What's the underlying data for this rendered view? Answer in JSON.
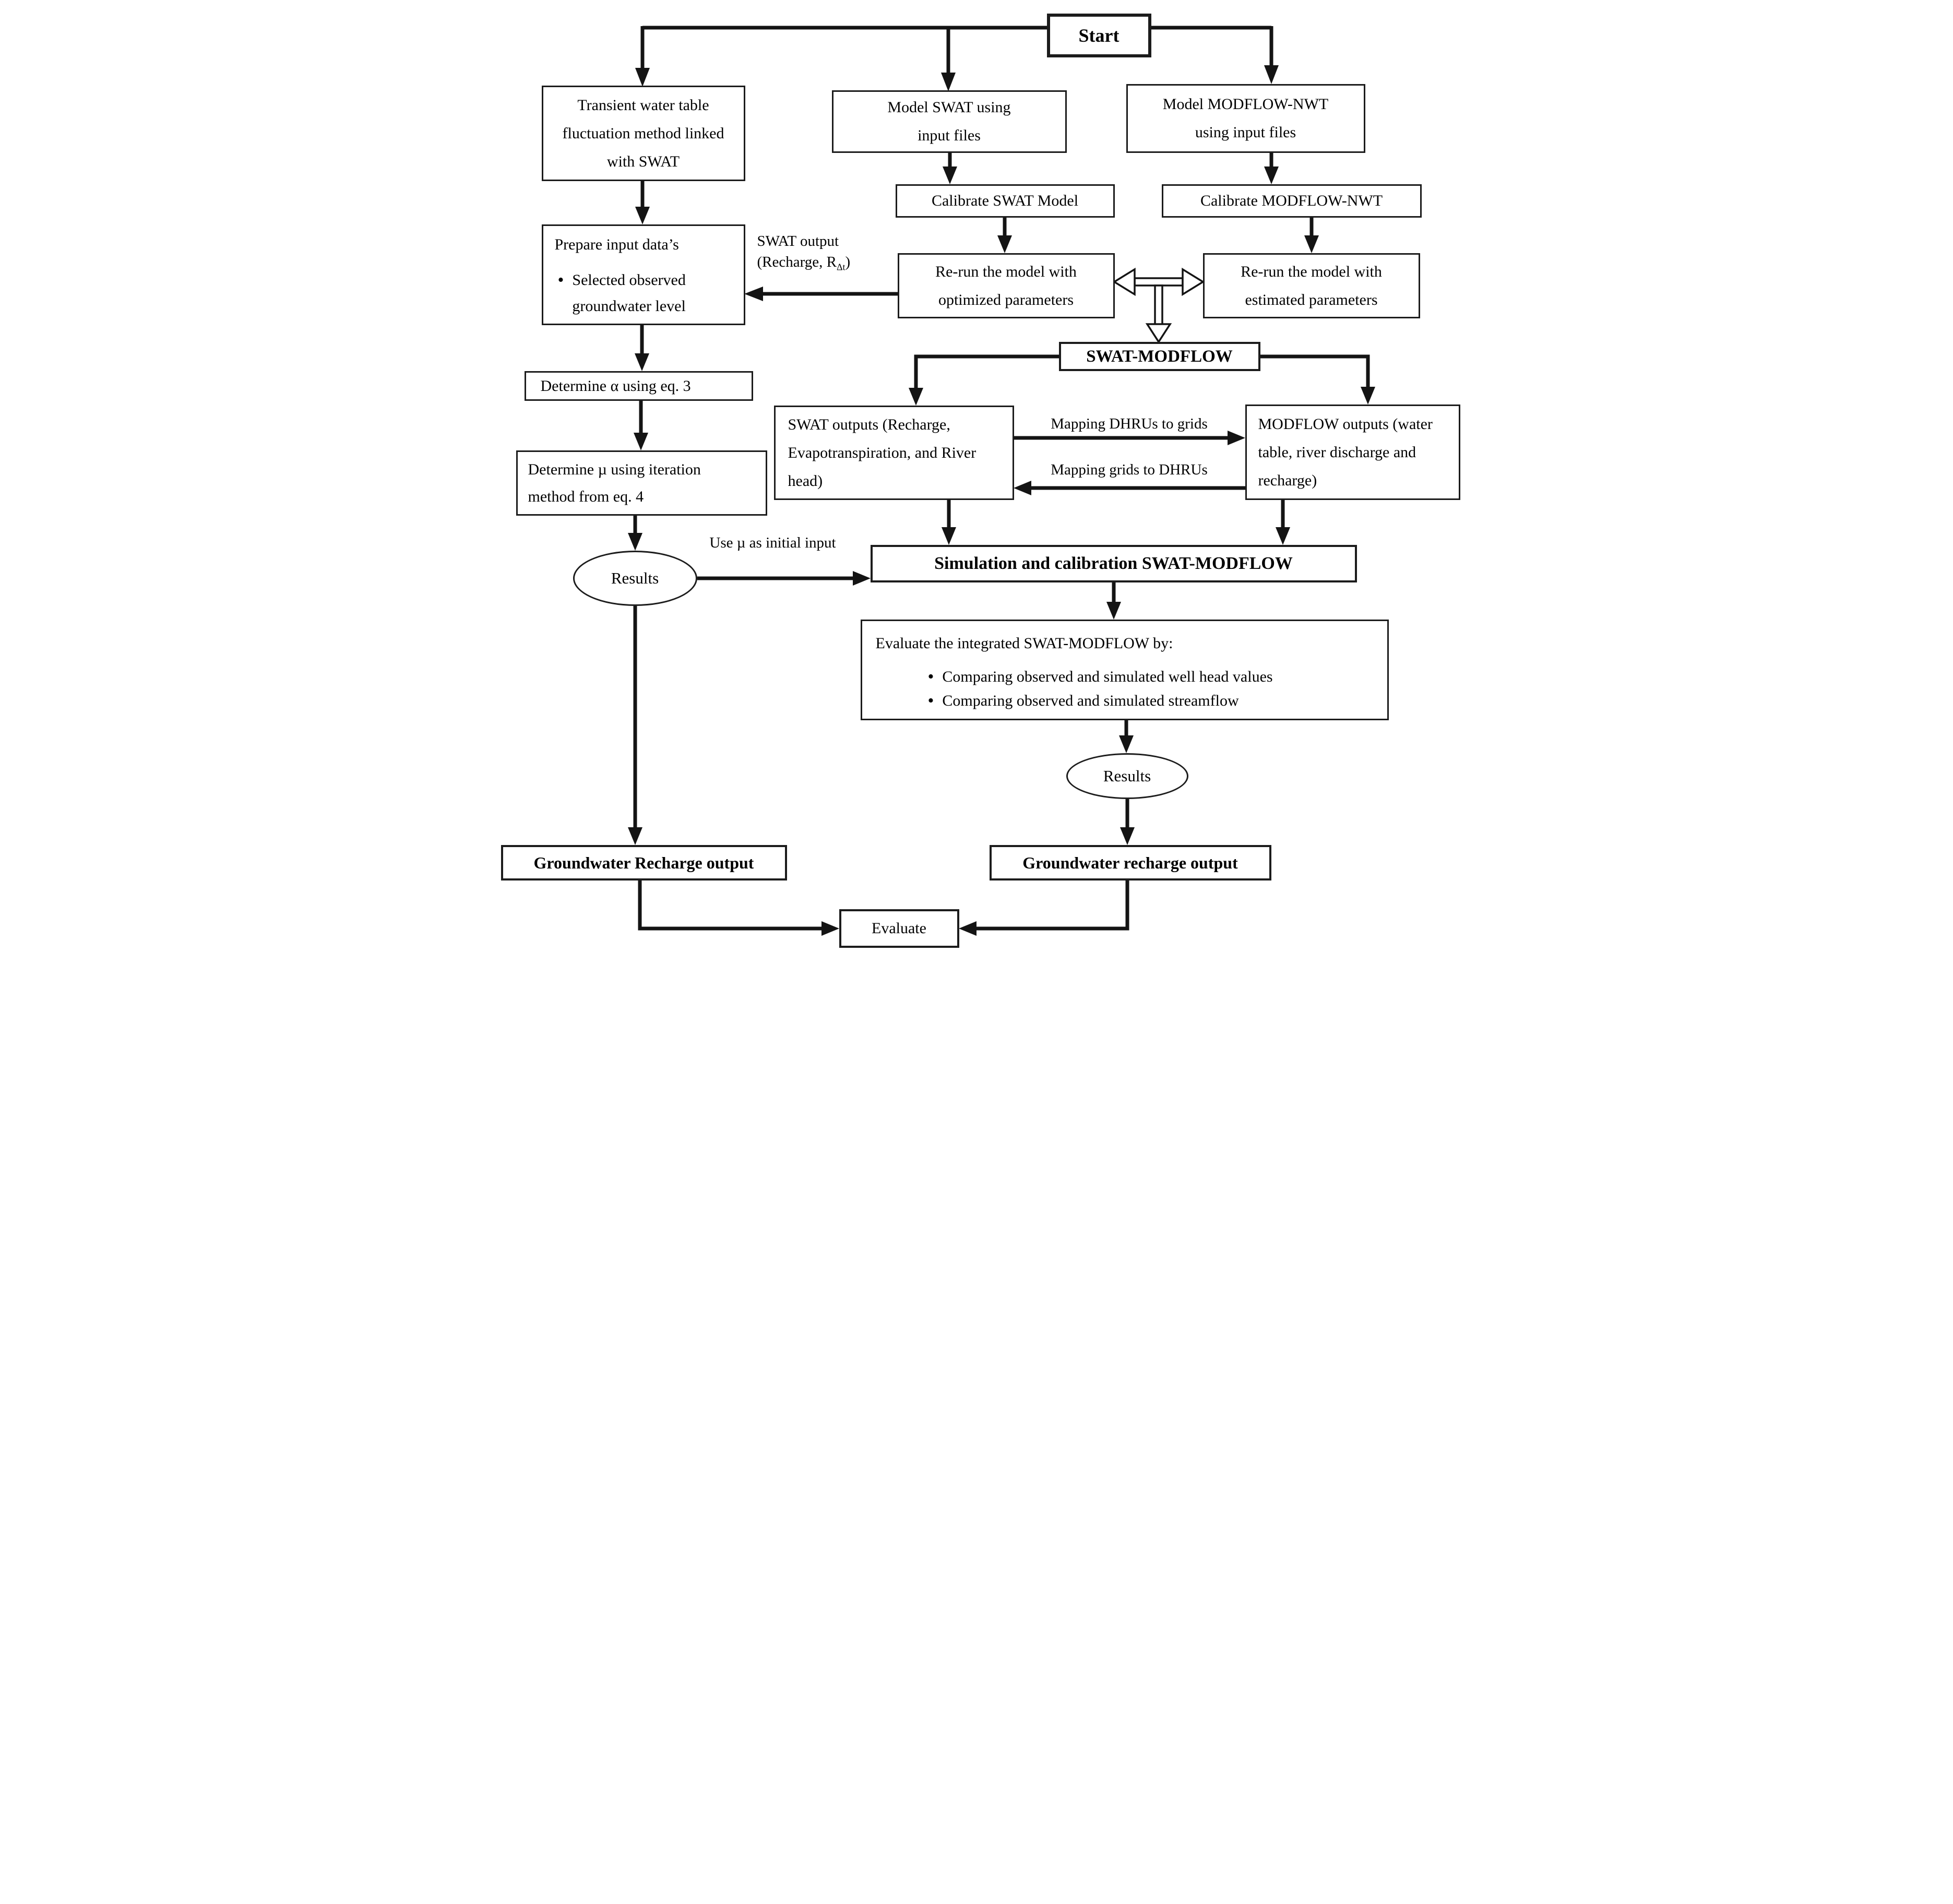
{
  "colors": {
    "line": "#141414",
    "box_border": "#1c1c1c",
    "background": "#ffffff",
    "text": "#000000"
  },
  "nodes": {
    "start": "Start",
    "transient": "Transient water table fluctuation method linked with SWAT",
    "model_swat": "Model SWAT using input files",
    "model_modflow": "Model MODFLOW-NWT using input files",
    "calibrate_swat": "Calibrate SWAT Model",
    "calibrate_modflow": "Calibrate MODFLOW-NWT",
    "rerun_optimized": "Re-run the model with optimized parameters",
    "rerun_estimated": "Re-run the model with estimated parameters",
    "prepare_title": "Prepare input data’s",
    "prepare_bullet": "Selected observed groundwater level",
    "swat_modflow": "SWAT-MODFLOW",
    "swat_outputs": "SWAT outputs (Recharge, Evapotranspiration, and River head)",
    "modflow_outputs": "MODFLOW outputs (water table, river discharge and recharge)",
    "determine_alpha": "Determine α using eq. 3",
    "determine_mu": "Determine µ using iteration method from eq. 4",
    "results_left": "Results",
    "simulation": "Simulation and calibration SWAT-MODFLOW",
    "evaluate_title": "Evaluate the integrated SWAT-MODFLOW by:",
    "evaluate_bullets": [
      "Comparing observed and simulated well head values",
      "Comparing observed and simulated streamflow"
    ],
    "results_right": "Results",
    "gw_output_left": "Groundwater Recharge output",
    "gw_output_right": "Groundwater recharge output",
    "evaluate": "Evaluate"
  },
  "labels": {
    "swat_output": {
      "line1": "SWAT output",
      "line2_pre": "(Recharge, R",
      "line2_sub": "Δt",
      "line2_post": ")"
    },
    "mapping_dhrus_to_grids": "Mapping DHRUs to grids",
    "mapping_grids_to_dhrus": "Mapping grids to DHRUs",
    "use_mu": "Use µ as initial input"
  }
}
